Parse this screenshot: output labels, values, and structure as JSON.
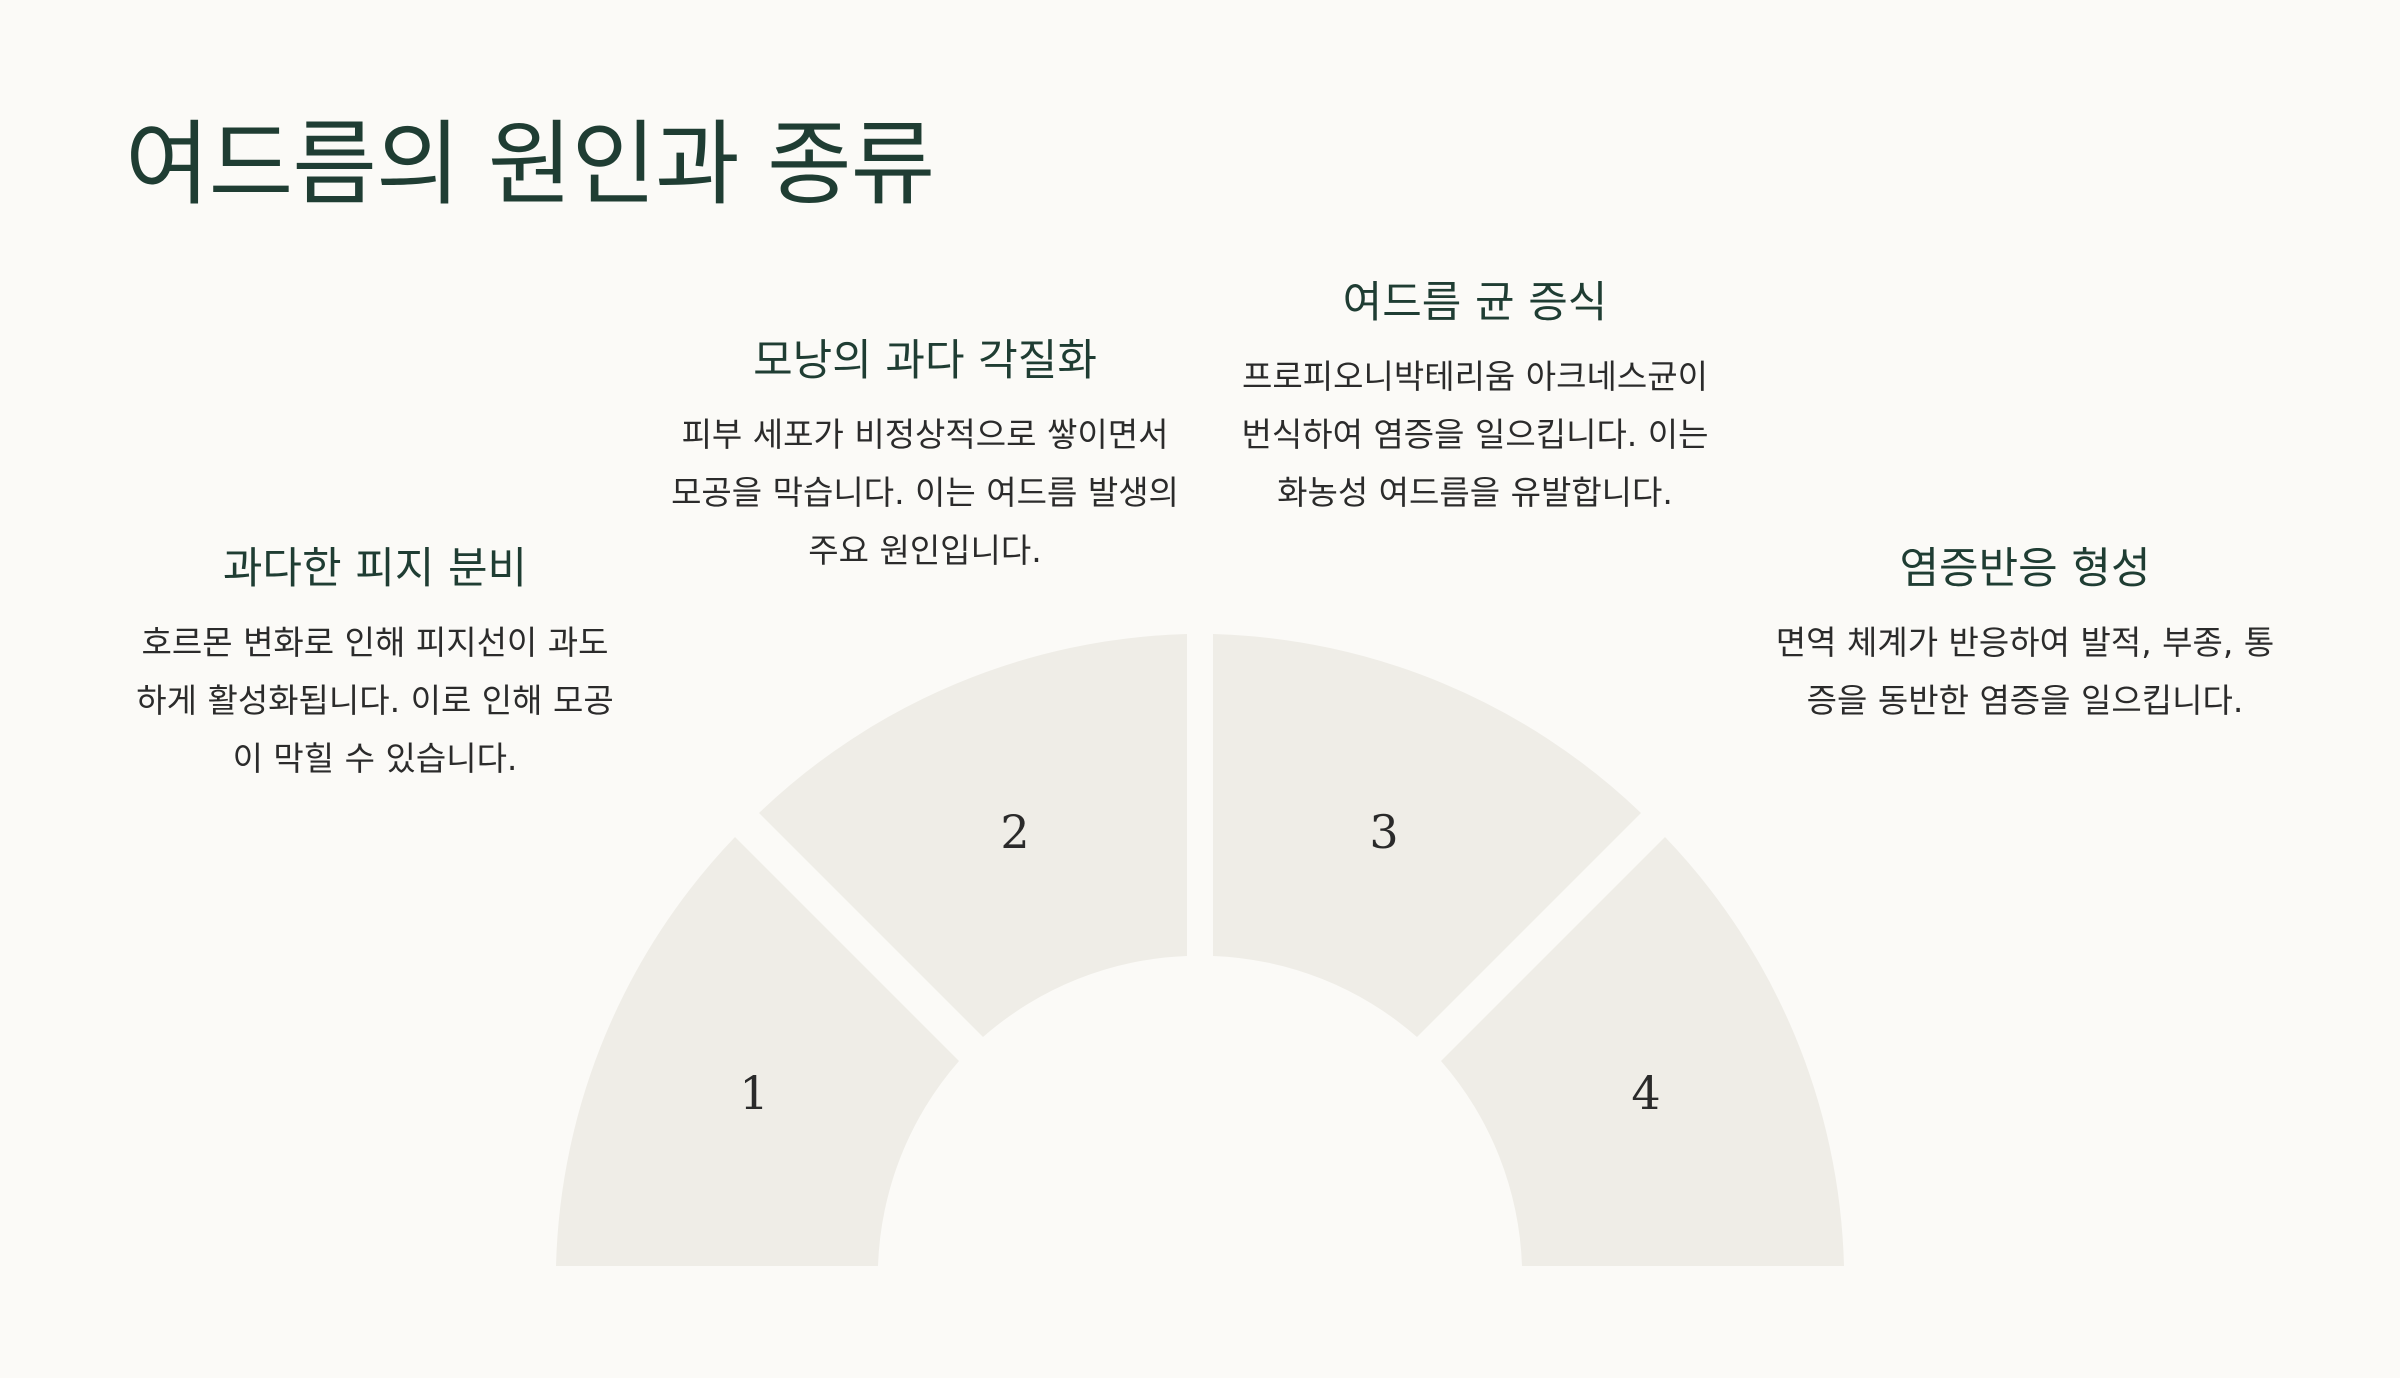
{
  "title": "여드름의 원인과 종류",
  "colors": {
    "background": "#fbfaf7",
    "segment_fill": "#efede7",
    "heading": "#1f3d33",
    "body_text": "#2b2b2b"
  },
  "steps": [
    {
      "number": "1",
      "title": "과다한 피지 분비",
      "description": "호르몬 변화로 인해 피지선이 과도하게 활성화됩니다. 이로 인해 모공이 막힐 수 있습니다."
    },
    {
      "number": "2",
      "title": "모낭의 과다 각질화",
      "description": "피부 세포가 비정상적으로 쌓이면서 모공을 막습니다. 이는 여드름 발생의 주요 원인입니다."
    },
    {
      "number": "3",
      "title": "여드름 균 증식",
      "description": "프로피오니박테리움 아크네스균이 번식하여 염증을 일으킵니다. 이는 화농성 여드름을 유발합니다."
    },
    {
      "number": "4",
      "title": "염증반응 형성",
      "description": "면역 체계가 반응하여 발적, 부종, 통증을 동반한 염증을 일으킵니다."
    }
  ]
}
